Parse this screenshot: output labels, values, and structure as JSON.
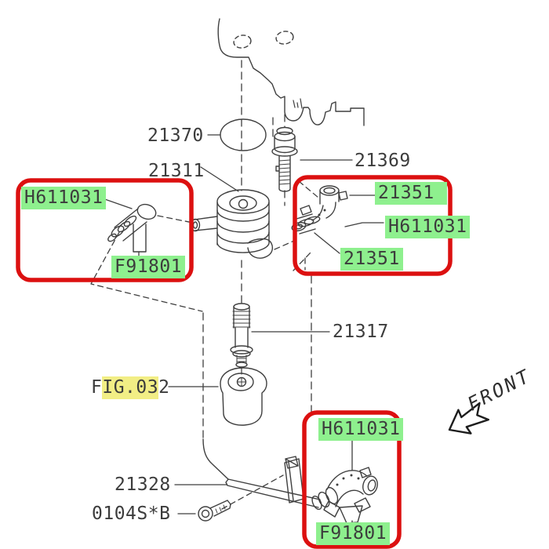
{
  "colors": {
    "line": "#3f3f3f",
    "text": "#3c3c3c",
    "annotation_box_red": "#dc1010",
    "highlight_green": "#8ef08e",
    "highlight_yellow": "#f2ee85"
  },
  "labels": {
    "p21370": "21370",
    "p21311": "21311",
    "p21369": "21369",
    "p21317": "21317",
    "p21328": "21328",
    "p0104sb": "0104S*B",
    "front": "FRONT"
  },
  "fig_ref": {
    "full": "FIG.032",
    "prefix": "F",
    "highlighted": "IG.03",
    "suffix": "2"
  },
  "highlight_groups": {
    "left": {
      "line1": "H611031",
      "line2": "F91801"
    },
    "right": {
      "line1": "21351",
      "line2": "H611031",
      "line3": "21351"
    },
    "bottom": {
      "line1": "H611031",
      "line2": "F91801"
    }
  }
}
